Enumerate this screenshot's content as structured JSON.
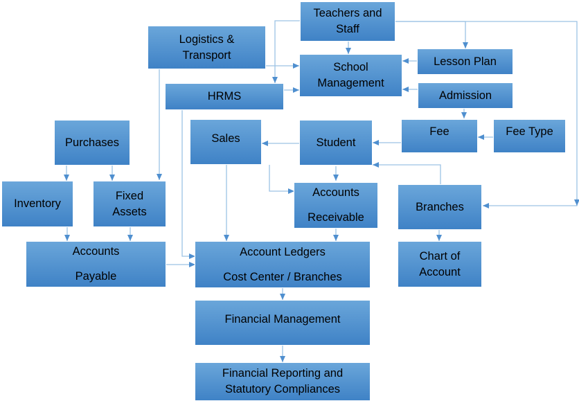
{
  "nodes": {
    "teachers": [
      "Teachers and",
      "Staff"
    ],
    "logistics": [
      "Logistics &",
      "Transport"
    ],
    "school": [
      "School",
      "Management"
    ],
    "lesson_plan": "Lesson Plan",
    "hrms": "HRMS",
    "admission": "Admission",
    "purchases": "Purchases",
    "sales": "Sales",
    "student": "Student",
    "fee": "Fee",
    "fee_type": "Fee Type",
    "inventory": "Inventory",
    "fixed_assets": [
      "Fixed",
      "Assets"
    ],
    "accounts_receivable": [
      "Accounts",
      "Receivable"
    ],
    "branches": "Branches",
    "accounts_payable": [
      "Accounts",
      "Payable"
    ],
    "ledgers": [
      "Account Ledgers",
      "Cost Center / Branches"
    ],
    "chart_of_account": [
      "Chart of",
      "Account"
    ],
    "financial_management": "Financial Management",
    "financial_reporting": [
      "Financial Reporting and",
      "Statutory Compliances"
    ]
  },
  "colors": {
    "box_top": "#6aa6da",
    "box_bottom": "#3f82c6",
    "line": "#9cc2e4",
    "arrow": "#4f8fcf"
  }
}
